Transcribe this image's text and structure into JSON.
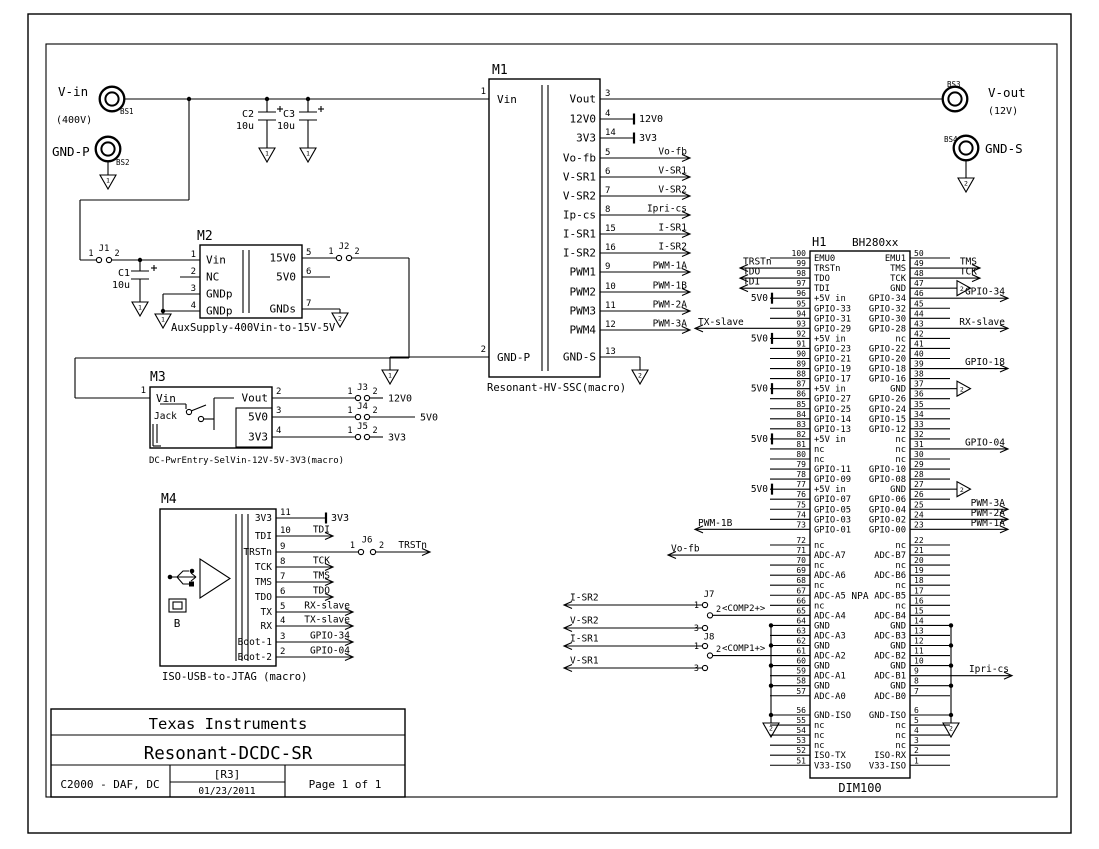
{
  "sheet": {
    "company": "Texas Instruments",
    "title": "Resonant-DCDC-SR",
    "left_field": "C2000 - DAF, DC",
    "revision": "[R3]",
    "date": "01/23/2011",
    "page": "Page 1 of 1"
  },
  "grounds": {
    "primary": "1",
    "secondary": "2"
  },
  "terminals": {
    "bs1": {
      "name": "V-in",
      "sub": "(400V)",
      "ref": "BS1"
    },
    "bs2": {
      "name": "GND-P",
      "ref": "BS2"
    },
    "bs3": {
      "name": "V-out",
      "sub": "(12V)",
      "ref": "BS3"
    },
    "bs4": {
      "name": "GND-S",
      "ref": "BS4"
    }
  },
  "capacitors": {
    "c1": {
      "ref": "C1",
      "value": "10u"
    },
    "c2": {
      "ref": "C2",
      "value": "10u"
    },
    "c3": {
      "ref": "C3",
      "value": "10u"
    }
  },
  "modules": {
    "m1": {
      "ref": "M1",
      "caption": "Resonant-HV-SSC(macro)",
      "left_pins": [
        [
          "1",
          "Vin"
        ],
        [
          "2",
          "GND-P"
        ]
      ],
      "right_pins": [
        [
          "3",
          "Vout",
          "wire",
          null
        ],
        [
          "4",
          "12V0",
          "power",
          "12V0"
        ],
        [
          "14",
          "3V3",
          "power",
          "3V3"
        ],
        [
          "5",
          "Vo-fb",
          "arrow",
          "Vo-fb"
        ],
        [
          "6",
          "V-SR1",
          "arrow",
          "V-SR1"
        ],
        [
          "7",
          "V-SR2",
          "arrow",
          "V-SR2"
        ],
        [
          "8",
          "Ip-cs",
          "arrow",
          "Ipri-cs"
        ],
        [
          "15",
          "I-SR1",
          "arrow",
          "I-SR1"
        ],
        [
          "16",
          "I-SR2",
          "arrow",
          "I-SR2"
        ],
        [
          "9",
          "PWM1",
          "arrow",
          "PWM-1A"
        ],
        [
          "10",
          "PWM2",
          "arrow",
          "PWM-1B"
        ],
        [
          "11",
          "PWM3",
          "arrow",
          "PWM-2A"
        ],
        [
          "12",
          "PWM4",
          "arrow",
          "PWM-3A"
        ],
        [
          "13",
          "GND-S",
          "gnd",
          null
        ]
      ]
    },
    "m2": {
      "ref": "M2",
      "caption": "AuxSupply-400Vin-to-15V-5V",
      "left_pins": [
        [
          "1",
          "Vin"
        ],
        [
          "2",
          "NC"
        ],
        [
          "3",
          "GNDp"
        ],
        [
          "4",
          "GNDp"
        ]
      ],
      "right_pins": [
        [
          "5",
          "15V0"
        ],
        [
          "6",
          "5V0"
        ],
        [
          "7",
          "GNDs"
        ]
      ]
    },
    "m3": {
      "ref": "M3",
      "caption": "DC-PwrEntry-SelVin-12V-5V-3V3(macro)",
      "jack": "Jack",
      "left_pins": [
        [
          "1",
          "Vin"
        ]
      ],
      "right_pins": [
        [
          "2",
          "Vout"
        ],
        [
          "3",
          "5V0"
        ],
        [
          "4",
          "3V3"
        ]
      ]
    },
    "m4": {
      "ref": "M4",
      "caption": "ISO-USB-to-JTAG (macro)",
      "usb_label": "B",
      "right_pins": [
        [
          "11",
          "3V3",
          "power",
          "3V3"
        ],
        [
          "10",
          "TDI",
          "arrow",
          "TDI"
        ],
        [
          "9",
          "TRSTn",
          "jwire",
          "TRSTn"
        ],
        [
          "8",
          "TCK",
          "arrow",
          "TCK"
        ],
        [
          "7",
          "TMS",
          "arrow",
          "TMS"
        ],
        [
          "6",
          "TDO",
          "arrow",
          "TDO"
        ],
        [
          "5",
          "TX",
          "arrowl",
          "RX-slave"
        ],
        [
          "4",
          "RX",
          "arrowl",
          "TX-slave"
        ],
        [
          "3",
          "Boot-1",
          "arrowl",
          "GPIO-34"
        ],
        [
          "2",
          "Boot-2",
          "arrowl",
          "GPIO-04"
        ]
      ]
    }
  },
  "jumpers": {
    "j1": {
      "ref": "J1",
      "pins": [
        "1",
        "2"
      ]
    },
    "j2": {
      "ref": "J2",
      "pins": [
        "1",
        "2"
      ]
    },
    "j3": {
      "ref": "J3",
      "pins": [
        "1",
        "2"
      ],
      "net": "12V0"
    },
    "j4": {
      "ref": "J4",
      "pins": [
        "1",
        "2"
      ],
      "net": "5V0"
    },
    "j5": {
      "ref": "J5",
      "pins": [
        "1",
        "2"
      ],
      "net": "3V3"
    },
    "j6": {
      "ref": "J6",
      "pins": [
        "1",
        "2"
      ],
      "net": "TRSTn"
    },
    "j7": {
      "ref": "J7",
      "pins": [
        "1",
        "2",
        "3"
      ],
      "nets": {
        "p1": "I-SR2",
        "p2": "<COMP2+>",
        "p3": "V-SR2"
      }
    },
    "j8": {
      "ref": "J8",
      "pins": [
        "1",
        "2",
        "3"
      ],
      "nets": {
        "p1": "I-SR1",
        "p2": "<COMP1+>",
        "p3": "V-SR1"
      }
    }
  },
  "h1": {
    "ref": "H1",
    "part": "BH280xx",
    "footer": "DIM100",
    "center_note": "NPA",
    "rows": [
      [
        "100",
        "EMU0",
        "EMU1",
        "50",
        null,
        null
      ],
      [
        "99",
        "TRSTn",
        "TMS",
        "49",
        {
          "t": "arrow",
          "label": "TRSTn",
          "len": 30
        },
        {
          "t": "arrow",
          "label": "TMS",
          "len": 30
        }
      ],
      [
        "98",
        "TDO",
        "TCK",
        "48",
        {
          "t": "arrow",
          "label": "TDO",
          "len": 30
        },
        {
          "t": "arrow",
          "label": "TCK",
          "len": 30
        }
      ],
      [
        "97",
        "TDI",
        "GND",
        "47",
        {
          "t": "arrow",
          "label": "TDI",
          "len": 30
        },
        {
          "t": "gnd"
        }
      ],
      [
        "96",
        "+5V in",
        "GPIO-34",
        "46",
        {
          "t": "power",
          "label": "5V0"
        },
        {
          "t": "arrow",
          "label": "GPIO-34",
          "len": 58
        }
      ],
      [
        "95",
        "GPIO-33",
        "GPIO-32",
        "45",
        null,
        null
      ],
      [
        "94",
        "GPIO-31",
        "GPIO-30",
        "44",
        null,
        null
      ],
      [
        "93",
        "GPIO-29",
        "GPIO-28",
        "43",
        {
          "t": "arrow",
          "label": "TX-slave",
          "len": 75
        },
        {
          "t": "arrow",
          "label": "RX-slave",
          "len": 58
        }
      ],
      [
        "92",
        "+5V in",
        "nc",
        "42",
        {
          "t": "power",
          "label": "5V0"
        },
        null
      ],
      [
        "91",
        "GPIO-23",
        "GPIO-22",
        "41",
        null,
        null
      ],
      [
        "90",
        "GPIO-21",
        "GPIO-20",
        "40",
        null,
        null
      ],
      [
        "89",
        "GPIO-19",
        "GPIO-18",
        "39",
        null,
        {
          "t": "arrow",
          "label": "GPIO-18",
          "len": 58
        }
      ],
      [
        "88",
        "GPIO-17",
        "GPIO-16",
        "38",
        null,
        null
      ],
      [
        "87",
        "+5V in",
        "GND",
        "37",
        {
          "t": "power",
          "label": "5V0"
        },
        {
          "t": "gnd"
        }
      ],
      [
        "86",
        "GPIO-27",
        "GPIO-26",
        "36",
        null,
        null
      ],
      [
        "85",
        "GPIO-25",
        "GPIO-24",
        "35",
        null,
        null
      ],
      [
        "84",
        "GPIO-14",
        "GPIO-15",
        "34",
        null,
        null
      ],
      [
        "83",
        "GPIO-13",
        "GPIO-12",
        "33",
        null,
        null
      ],
      [
        "82",
        "+5V in",
        "nc",
        "32",
        {
          "t": "power",
          "label": "5V0"
        },
        null
      ],
      [
        "81",
        "nc",
        "nc",
        "31",
        null,
        {
          "t": "arrow",
          "label": "GPIO-04",
          "len": 58
        }
      ],
      [
        "80",
        "nc",
        "nc",
        "30",
        null,
        null
      ],
      [
        "79",
        "GPIO-11",
        "GPIO-10",
        "29",
        null,
        null
      ],
      [
        "78",
        "GPIO-09",
        "GPIO-08",
        "28",
        null,
        null
      ],
      [
        "77",
        "+5V in",
        "GND",
        "27",
        {
          "t": "power",
          "label": "5V0"
        },
        {
          "t": "gnd"
        }
      ],
      [
        "76",
        "GPIO-07",
        "GPIO-06",
        "26",
        null,
        null
      ],
      [
        "75",
        "GPIO-05",
        "GPIO-04",
        "25",
        null,
        {
          "t": "arrow",
          "label": "PWM-3A",
          "len": 58
        }
      ],
      [
        "74",
        "GPIO-03",
        "GPIO-02",
        "24",
        null,
        {
          "t": "arrow",
          "label": "PWM-2A",
          "len": 58
        }
      ],
      [
        "73",
        "GPIO-01",
        "GPIO-00",
        "23",
        {
          "t": "arrow",
          "label": "PWM-1B",
          "len": 75
        },
        {
          "t": "arrow",
          "label": "PWM-1A",
          "len": 58
        }
      ],
      [
        "72",
        "nc",
        "nc",
        "22",
        null,
        null
      ],
      [
        "71",
        "ADC-A7",
        "ADC-B7",
        "21",
        {
          "t": "arrow",
          "label": "Vo-fb",
          "len": 102
        },
        null
      ],
      [
        "70",
        "nc",
        "nc",
        "20",
        null,
        null
      ],
      [
        "69",
        "ADC-A6",
        "ADC-B6",
        "19",
        null,
        null
      ],
      [
        "68",
        "nc",
        "nc",
        "18",
        null,
        null
      ],
      [
        "67",
        "ADC-A5",
        "ADC-B5",
        "17",
        null,
        null
      ],
      [
        "66",
        "nc",
        "nc",
        "16",
        null,
        null
      ],
      [
        "65",
        "ADC-A4",
        "ADC-B4",
        "15",
        null,
        null
      ],
      [
        "64",
        "GND",
        "GND",
        "14",
        {
          "t": "dot"
        },
        {
          "t": "dot"
        }
      ],
      [
        "63",
        "ADC-A3",
        "ADC-B3",
        "13",
        null,
        null
      ],
      [
        "62",
        "GND",
        "GND",
        "12",
        {
          "t": "dot"
        },
        {
          "t": "dot"
        }
      ],
      [
        "61",
        "ADC-A2",
        "ADC-B2",
        "11",
        null,
        null
      ],
      [
        "60",
        "GND",
        "GND",
        "10",
        {
          "t": "dot"
        },
        {
          "t": "dot"
        }
      ],
      [
        "59",
        "ADC-A1",
        "ADC-B1",
        "9",
        null,
        {
          "t": "arrow",
          "label": "Ipri-cs",
          "len": 62
        }
      ],
      [
        "58",
        "GND",
        "GND",
        "8",
        {
          "t": "dot"
        },
        {
          "t": "dot"
        }
      ],
      [
        "57",
        "ADC-A0",
        "ADC-B0",
        "7",
        null,
        null
      ],
      [
        "56",
        "GND-ISO",
        "GND-ISO",
        "6",
        null,
        null
      ],
      [
        "55",
        "nc",
        "nc",
        "5",
        null,
        null
      ],
      [
        "54",
        "nc",
        "nc",
        "4",
        null,
        null
      ],
      [
        "53",
        "nc",
        "nc",
        "3",
        null,
        null
      ],
      [
        "52",
        "ISO-TX",
        "ISO-RX",
        "2",
        null,
        null
      ],
      [
        "51",
        "V33-ISO",
        "V33-ISO",
        "1",
        null,
        null
      ]
    ]
  }
}
